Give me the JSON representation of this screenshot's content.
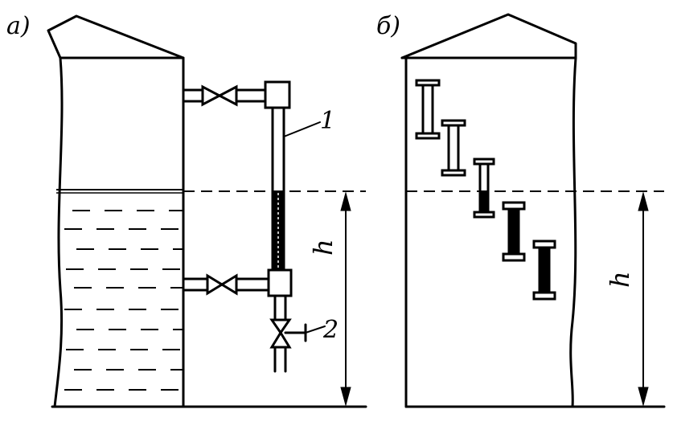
{
  "panel_a": {
    "label": "а)",
    "callout_1": "1",
    "callout_2": "2",
    "dimension": "h"
  },
  "panel_b": {
    "label": "б)",
    "dimension": "h"
  }
}
